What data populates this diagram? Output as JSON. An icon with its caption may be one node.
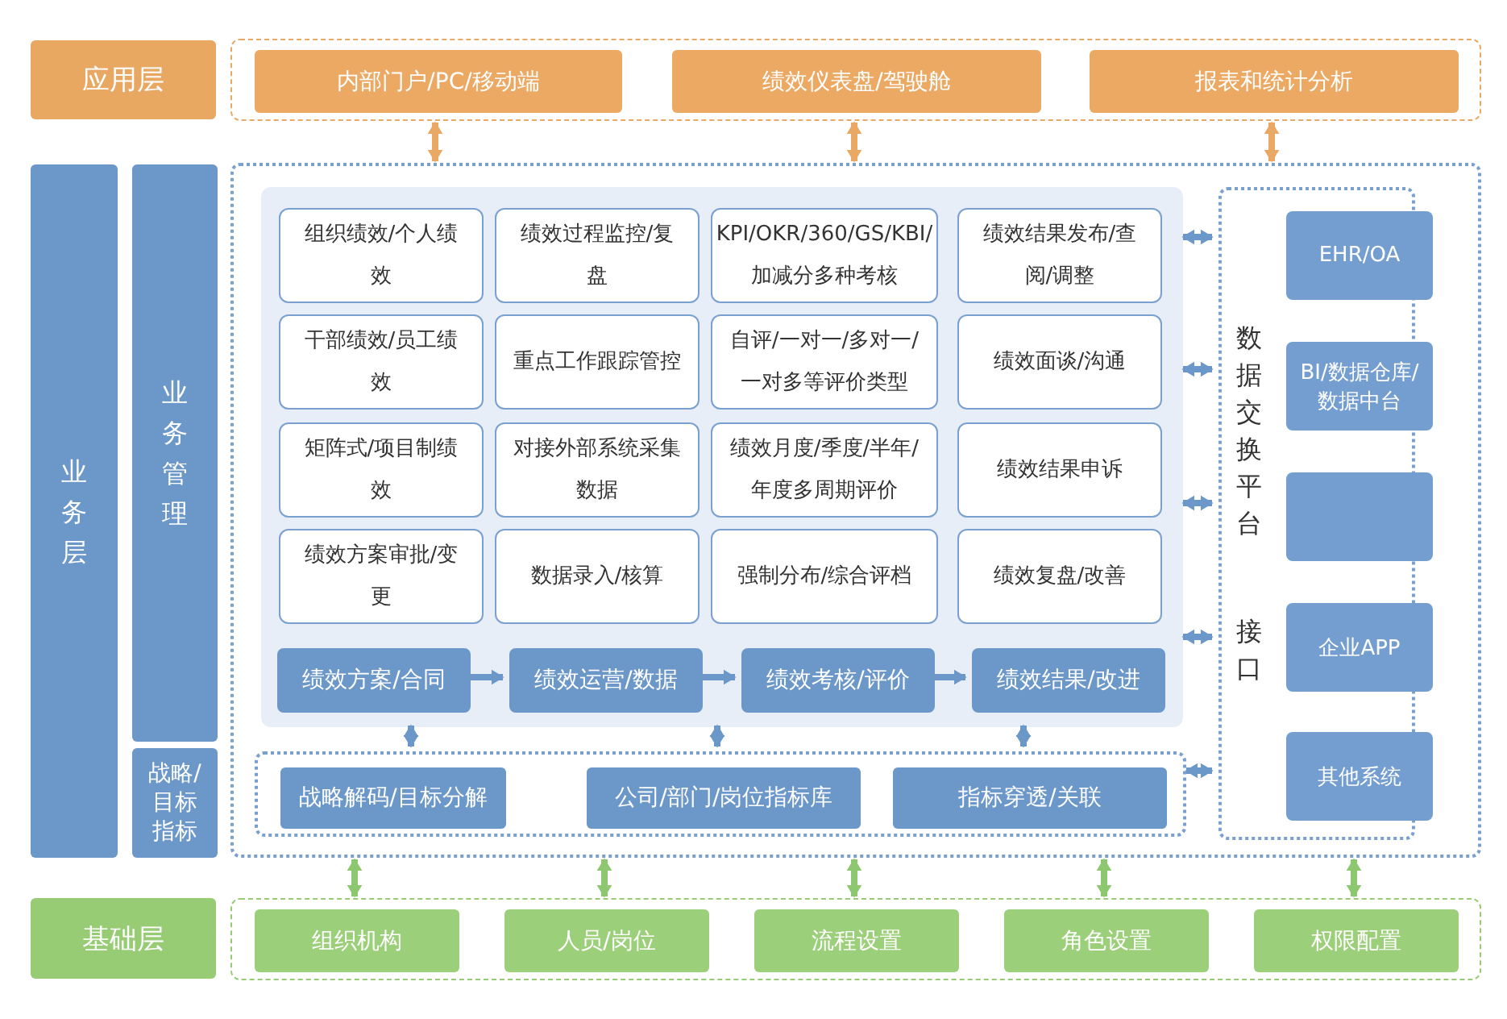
{
  "diagram": {
    "nodes": [
      {
        "text": [
          "应用层"
        ]
      },
      {
        "text": [],
        "shape": "box"
      },
      {
        "text": [
          "内部门户/PC/移动端"
        ],
        "in": 1
      },
      {
        "text": [
          "绩效仪表盘/驾驶舱"
        ],
        "in": 1
      },
      {
        "text": [
          "报表和统计分析"
        ],
        "in": 1
      },
      {
        "text": [
          "业务层"
        ]
      },
      {
        "text": [
          "业务管理"
        ]
      },
      {
        "text": [
          "战略/目标指标"
        ]
      },
      {
        "text": [],
        "shape": "box"
      },
      {
        "text": [],
        "shape": "box",
        "in": 8
      },
      {
        "text": [
          "组织绩效/个人绩效"
        ],
        "in": 9
      },
      {
        "text": [
          "绩效过程监控/复盘"
        ],
        "in": 9
      },
      {
        "text": [
          "KPI/OKR/360/GS/KBI/加减分多种考核"
        ],
        "in": 9
      },
      {
        "text": [
          "绩效结果发布/查阅/调整"
        ],
        "in": 9
      },
      {
        "text": [
          "干部绩效/员工绩效"
        ],
        "in": 9
      },
      {
        "text": [
          "重点工作跟踪管控"
        ],
        "in": 9
      },
      {
        "text": [
          "自评/一对一/多对一/一对多等评价类型"
        ],
        "in": 9
      },
      {
        "text": [
          "绩效面谈/沟通"
        ],
        "in": 9
      },
      {
        "text": [
          "矩阵式/项目制绩效"
        ],
        "in": 9
      },
      {
        "text": [
          "对接外部系统采集数据"
        ],
        "in": 9
      },
      {
        "text": [
          "绩效月度/季度/半年/年度多周期评价"
        ],
        "in": 9
      },
      {
        "text": [
          "绩效结果申诉"
        ],
        "in": 9
      },
      {
        "text": [
          "绩效方案审批/变更"
        ],
        "in": 9
      },
      {
        "text": [
          "数据录入/核算"
        ],
        "in": 9
      },
      {
        "text": [
          "强制分布/综合评档"
        ],
        "in": 9
      },
      {
        "text": [
          "绩效复盘/改善"
        ],
        "in": 9
      },
      {
        "text": [
          "绩效方案/合同"
        ],
        "in": 9
      },
      {
        "text": [
          "绩效运营/数据"
        ],
        "in": 9
      },
      {
        "text": [
          "绩效考核/评价"
        ],
        "in": 9
      },
      {
        "text": [
          "绩效结果/改进"
        ],
        "in": 9
      },
      {
        "text": [],
        "shape": "box",
        "in": 8
      },
      {
        "text": [
          "战略解码/目标分解"
        ],
        "in": 30
      },
      {
        "text": [
          "公司/部门/岗位指标库"
        ],
        "in": 30
      },
      {
        "text": [
          "指标穿透/关联"
        ],
        "in": 30
      },
      {
        "text": [
          "数据交换平台",
          "接口"
        ],
        "in": 8
      },
      {
        "text": [
          "EHR/OA"
        ],
        "in": 34
      },
      {
        "text": [
          "BI/数据仓库/数据中台"
        ],
        "in": 34
      },
      {
        "text": [],
        "shape": "box",
        "in": 34
      },
      {
        "text": [
          "企业APP"
        ],
        "in": 34
      },
      {
        "text": [
          "其他系统"
        ],
        "in": 34
      },
      {
        "text": [
          "基础层"
        ]
      },
      {
        "text": [],
        "shape": "box"
      },
      {
        "text": [
          "组织机构"
        ],
        "in": 41
      },
      {
        "text": [
          "人员/岗位"
        ],
        "in": 41
      },
      {
        "text": [
          "流程设置"
        ],
        "in": 41
      },
      {
        "text": [
          "角色设置"
        ],
        "in": 41
      },
      {
        "text": [
          "权限配置"
        ],
        "in": 41
      }
    ],
    "edges": [
      {
        "from": 1,
        "to": 8,
        "arrow": "both",
        "color": "#eaa865"
      },
      {
        "from": 1,
        "to": 8,
        "arrow": "both",
        "color": "#eaa865"
      },
      {
        "from": 1,
        "to": 8,
        "arrow": "both",
        "color": "#eaa865"
      },
      {
        "from": 26,
        "to": 27,
        "arrow": "to"
      },
      {
        "from": 27,
        "to": 28,
        "arrow": "to"
      },
      {
        "from": 28,
        "to": 29,
        "arrow": "to"
      },
      {
        "from": 9,
        "to": 30,
        "arrow": "both"
      },
      {
        "from": 9,
        "to": 30,
        "arrow": "both"
      },
      {
        "from": 9,
        "to": 30,
        "arrow": "both"
      },
      {
        "from": 9,
        "to": 34,
        "arrow": "both"
      },
      {
        "from": 9,
        "to": 34,
        "arrow": "both"
      },
      {
        "from": 9,
        "to": 34,
        "arrow": "both"
      },
      {
        "from": 9,
        "to": 34,
        "arrow": "both"
      },
      {
        "from": 30,
        "to": 34,
        "arrow": "both"
      },
      {
        "from": 8,
        "to": 41,
        "arrow": "both",
        "color": "#8dc870"
      },
      {
        "from": 8,
        "to": 41,
        "arrow": "both",
        "color": "#8dc870"
      },
      {
        "from": 8,
        "to": 41,
        "arrow": "both",
        "color": "#8dc870"
      },
      {
        "from": 8,
        "to": 41,
        "arrow": "both",
        "color": "#8dc870"
      },
      {
        "from": 8,
        "to": 41,
        "arrow": "both",
        "color": "#8dc870"
      }
    ]
  }
}
